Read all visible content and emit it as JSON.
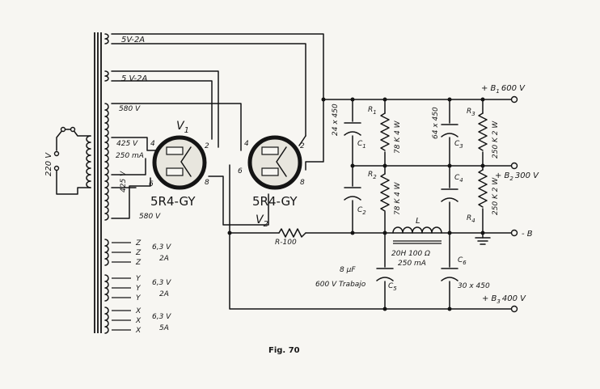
{
  "figure": {
    "caption": "Fig. 70"
  },
  "transformer": {
    "primary_voltage": "220 V",
    "windings": [
      {
        "id": "fil1",
        "label": "5V-2A"
      },
      {
        "id": "fil2",
        "label": "5 V-2A"
      },
      {
        "id": "hv_top",
        "label": "580 V"
      },
      {
        "id": "tap1",
        "label": "425 V"
      },
      {
        "id": "tap_current",
        "label": "250 mA"
      },
      {
        "id": "tap2",
        "label": "425 V"
      },
      {
        "id": "hv_bottom",
        "label": "580 V"
      }
    ],
    "heater_windings": [
      {
        "taps": [
          "Z",
          "Z",
          "Z"
        ],
        "voltage": "6,3 V",
        "current": "2A"
      },
      {
        "taps": [
          "Y",
          "Y",
          "Y"
        ],
        "voltage": "6,3 V",
        "current": "2A"
      },
      {
        "taps": [
          "X",
          "X",
          "X"
        ],
        "voltage": "6,3 V",
        "current": "5A"
      }
    ]
  },
  "tubes": [
    {
      "id": "V1",
      "name": "V",
      "subscript": "1",
      "type": "5R4-GY",
      "pins": [
        "4",
        "6",
        "2",
        "8"
      ]
    },
    {
      "id": "V2",
      "name": "V",
      "subscript": "2",
      "type": "5R4-GY",
      "pins": [
        "4",
        "6",
        "2",
        "8"
      ]
    }
  ],
  "components": {
    "R100": "R-100",
    "C1": {
      "name": "C",
      "sub": "1",
      "value": "24 x 450"
    },
    "C2": {
      "name": "C",
      "sub": "2"
    },
    "C3": {
      "name": "C",
      "sub": "3",
      "value": "64 x 450"
    },
    "C4": {
      "name": "C",
      "sub": "4"
    },
    "C5": {
      "name": "C",
      "sub": "5",
      "value": "8 µF",
      "note": "600 V Trabajo"
    },
    "C6": {
      "name": "C",
      "sub": "6",
      "value": "30 x 450"
    },
    "R1": {
      "name": "R",
      "sub": "1",
      "value": "78 K 4 W"
    },
    "R2": {
      "name": "R",
      "sub": "2",
      "value": "78 K 4 W"
    },
    "R3": {
      "name": "R",
      "sub": "3",
      "value": "250 K 2 W"
    },
    "R4": {
      "name": "R",
      "sub": "4",
      "value": "250 K 2 W"
    },
    "L": {
      "name": "L",
      "value": "20H 100 Ω",
      "current": "250 mA"
    }
  },
  "outputs": [
    {
      "id": "B1",
      "label": "+ B",
      "sub": "1",
      "voltage": "600 V"
    },
    {
      "id": "B2",
      "label": "+ B",
      "sub": "2",
      "voltage": "300 V"
    },
    {
      "id": "B_neg",
      "label": "- B"
    },
    {
      "id": "B3",
      "label": "+ B",
      "sub": "3",
      "voltage": "400 V"
    }
  ]
}
